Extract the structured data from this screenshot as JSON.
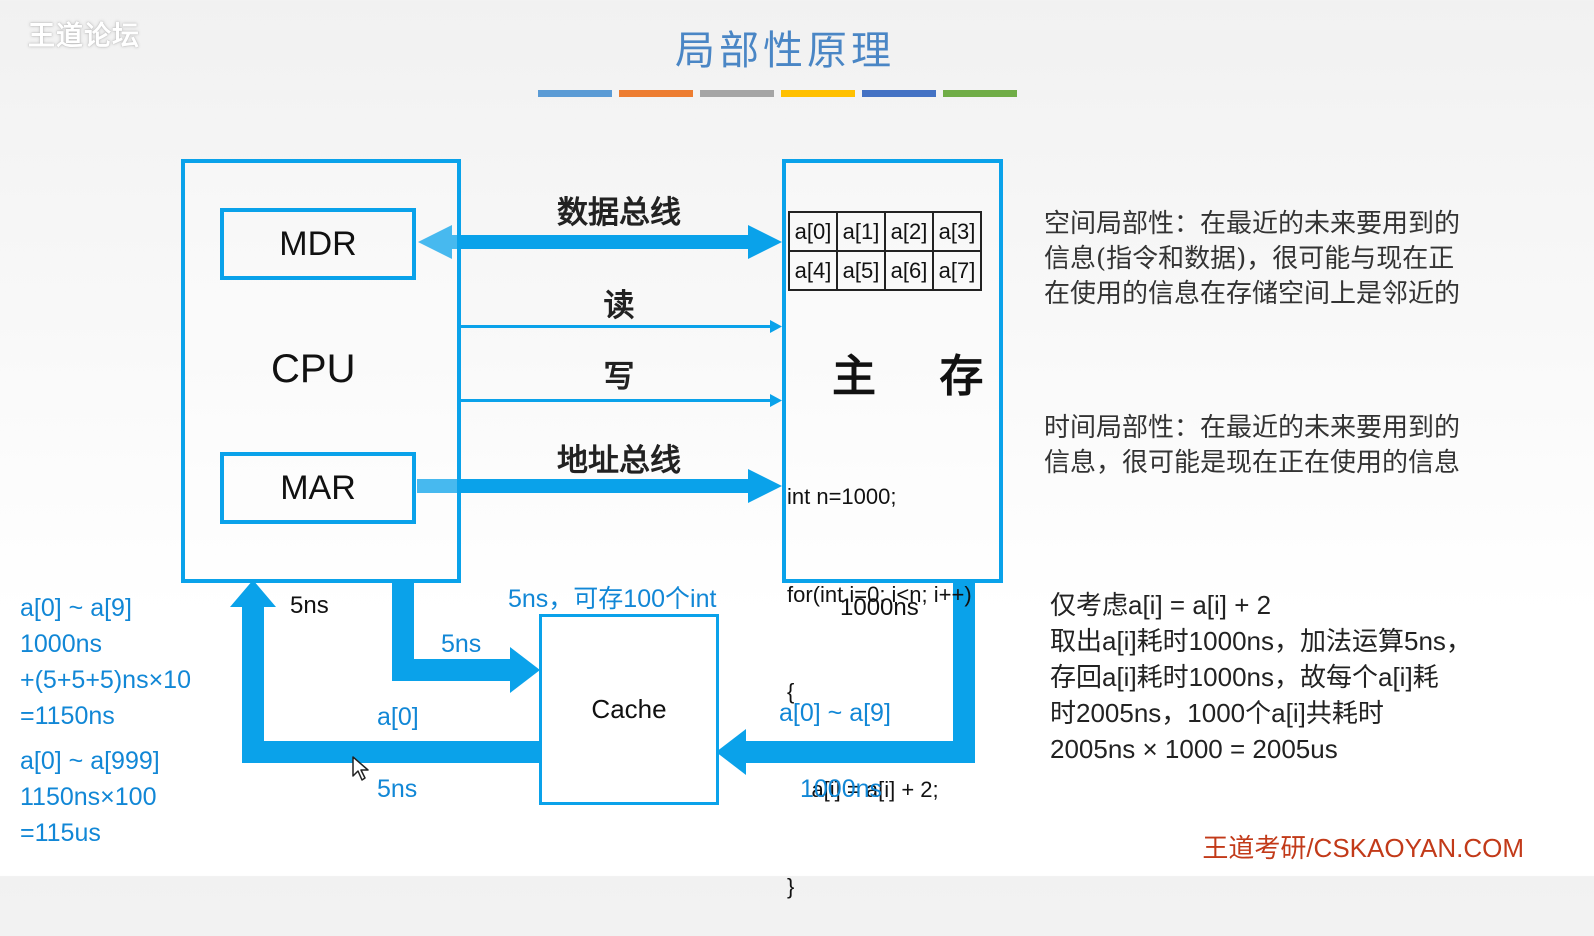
{
  "header": {
    "logo": "王道论坛",
    "title": "局部性原理",
    "stripe_colors": [
      "#5b9bd5",
      "#ed7d31",
      "#a5a5a5",
      "#ffc000",
      "#4472c4",
      "#70ad47"
    ]
  },
  "colors": {
    "accent": "#0aa2ea",
    "text_blue": "#1187d6",
    "footer_red": "#c23a19"
  },
  "cpu": {
    "label": "CPU",
    "mdr": "MDR",
    "mar": "MAR"
  },
  "buses": {
    "data": "数据总线",
    "read": "读",
    "write": "写",
    "address": "地址总线"
  },
  "memory": {
    "label": "主 存",
    "array_rows": [
      [
        "a[0]",
        "a[1]",
        "a[2]",
        "a[3]"
      ],
      [
        "a[4]",
        "a[5]",
        "a[6]",
        "a[7]"
      ]
    ],
    "code_lines": [
      "int n=1000;",
      "for(int i=0; i<n; i++)",
      "{",
      "    a[i] = a[i] + 2;",
      "}"
    ]
  },
  "notes": {
    "spatial": "空间局部性：在最近的未来要用到的信息(指令和数据)，很可能与现在正在使用的信息在存储空间上是邻近的",
    "temporal": "时间局部性：在最近的未来要用到的信息，很可能是现在正在使用的信息",
    "consider_lines": [
      "仅考虑a[i] = a[i] + 2",
      "取出a[i]耗时1000ns，加法运算5ns，",
      "存回a[i]耗时1000ns，故每个a[i]耗",
      "时2005ns，1000个a[i]共耗时",
      "2005ns × 1000 = 2005us"
    ]
  },
  "cache": {
    "label": "Cache",
    "capacity": "5ns，可存100个int",
    "cpu_to_cache": "5ns",
    "cache_to_cpu_value": "a[0]",
    "cache_to_cpu_time": "5ns",
    "mem_to_cache_value": "a[0] ~ a[9]",
    "mem_to_cache_time": "1000ns",
    "cpu_time": "5ns",
    "mem_time": "1000ns"
  },
  "calc": {
    "block1": [
      "a[0] ~ a[9]",
      "1000ns",
      "+(5+5+5)ns×10",
      "=1150ns"
    ],
    "block2": [
      "a[0] ~ a[999]",
      "1150ns×100",
      "=115us"
    ]
  },
  "footer": "王道考研/CSKAOYAN.COM"
}
